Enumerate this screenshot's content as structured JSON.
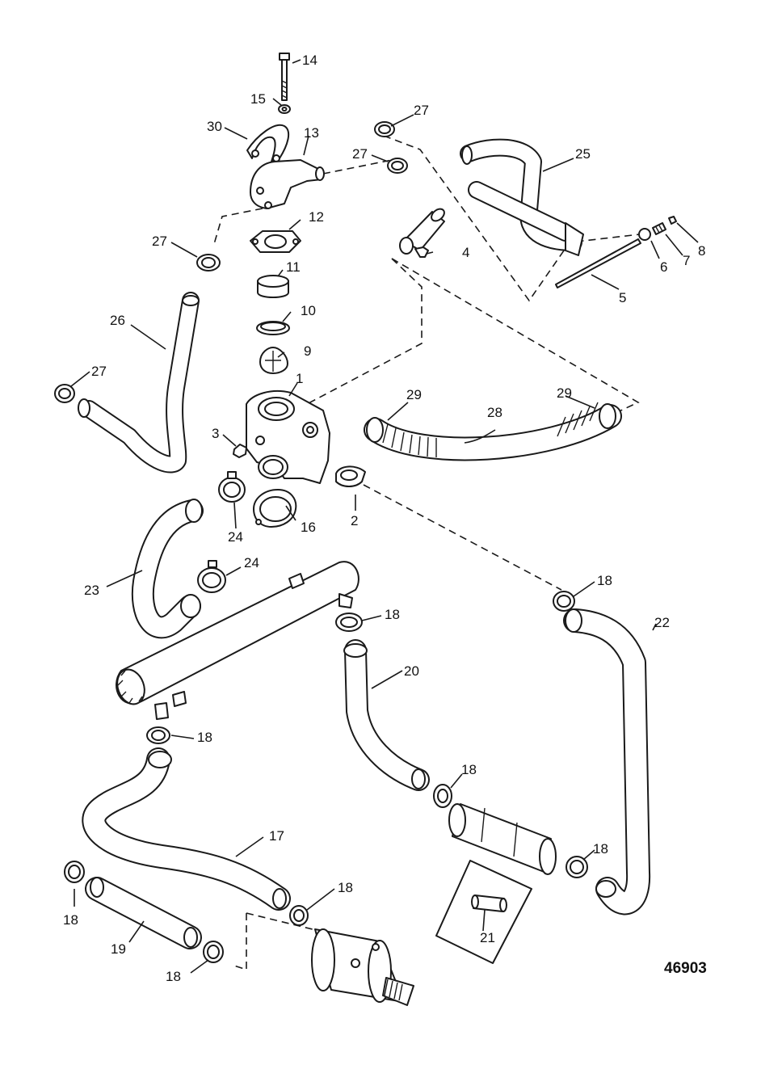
{
  "figure_number": "46903",
  "callouts": [
    {
      "id": "label-1",
      "text": "1"
    },
    {
      "id": "label-2",
      "text": "2"
    },
    {
      "id": "label-3",
      "text": "3"
    },
    {
      "id": "label-4",
      "text": "4"
    },
    {
      "id": "label-5",
      "text": "5"
    },
    {
      "id": "label-6",
      "text": "6"
    },
    {
      "id": "label-7",
      "text": "7"
    },
    {
      "id": "label-8",
      "text": "8"
    },
    {
      "id": "label-9",
      "text": "9"
    },
    {
      "id": "label-10",
      "text": "10"
    },
    {
      "id": "label-11",
      "text": "11"
    },
    {
      "id": "label-12",
      "text": "12"
    },
    {
      "id": "label-13",
      "text": "13"
    },
    {
      "id": "label-14",
      "text": "14"
    },
    {
      "id": "label-15",
      "text": "15"
    },
    {
      "id": "label-16",
      "text": "16"
    },
    {
      "id": "label-17",
      "text": "17"
    },
    {
      "id": "label-18a",
      "text": "18"
    },
    {
      "id": "label-18b",
      "text": "18"
    },
    {
      "id": "label-18c",
      "text": "18"
    },
    {
      "id": "label-18d",
      "text": "18"
    },
    {
      "id": "label-18e",
      "text": "18"
    },
    {
      "id": "label-18f",
      "text": "18"
    },
    {
      "id": "label-18g",
      "text": "18"
    },
    {
      "id": "label-18h",
      "text": "18"
    },
    {
      "id": "label-19",
      "text": "19"
    },
    {
      "id": "label-20",
      "text": "20"
    },
    {
      "id": "label-21",
      "text": "21"
    },
    {
      "id": "label-22",
      "text": "22"
    },
    {
      "id": "label-23",
      "text": "23"
    },
    {
      "id": "label-24a",
      "text": "24"
    },
    {
      "id": "label-24b",
      "text": "24"
    },
    {
      "id": "label-25",
      "text": "25"
    },
    {
      "id": "label-26",
      "text": "26"
    },
    {
      "id": "label-27a",
      "text": "27"
    },
    {
      "id": "label-27b",
      "text": "27"
    },
    {
      "id": "label-27c",
      "text": "27"
    },
    {
      "id": "label-27d",
      "text": "27"
    },
    {
      "id": "label-28",
      "text": "28"
    },
    {
      "id": "label-29a",
      "text": "29"
    },
    {
      "id": "label-29b",
      "text": "29"
    },
    {
      "id": "label-30",
      "text": "30"
    }
  ],
  "colors": {
    "ink": "#1a1a1a",
    "paper": "#ffffff"
  }
}
